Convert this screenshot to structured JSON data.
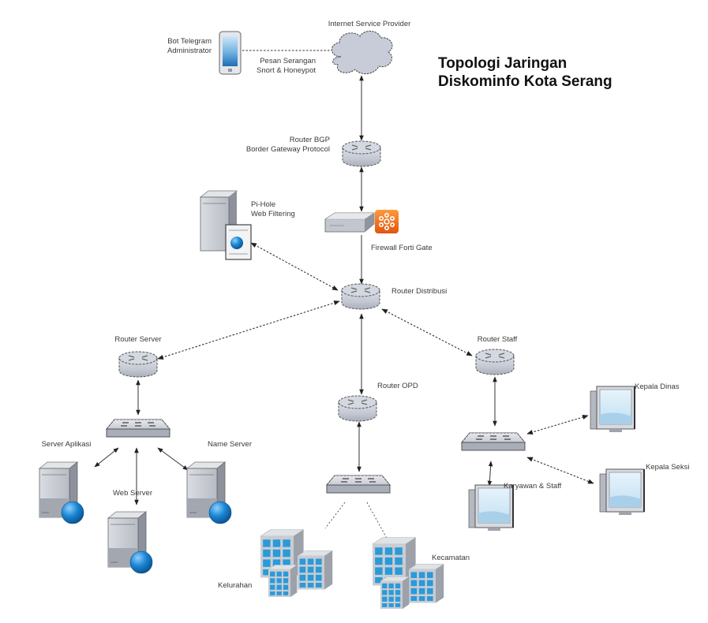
{
  "title": {
    "line1": "Topologi Jaringan",
    "line2": "Diskominfo Kota Serang"
  },
  "nodes": {
    "isp": {
      "label": "Internet Service Provider",
      "icon": "cloud-icon"
    },
    "telegram": {
      "label_line1": "Bot Telegram",
      "label_line2": "Administrator",
      "icon": "tablet-icon"
    },
    "alert_link": {
      "label_line1": "Pesan Serangan",
      "label_line2": "Snort & Honeypot"
    },
    "router_bgp": {
      "label_line1": "Router BGP",
      "label_line2": "Border Gateway Protocol",
      "icon": "router-icon"
    },
    "firewall": {
      "label": "Firewall Forti Gate",
      "icon": "firewall-appliance-icon",
      "badge_color": "#f07a1a"
    },
    "pihole": {
      "label_line1": "Pi-Hole",
      "label_line2": "Web Filtering",
      "icon": "web-server-icon"
    },
    "router_distribusi": {
      "label": "Router Distribusi",
      "icon": "router-icon"
    },
    "router_server": {
      "label": "Router Server",
      "icon": "router-icon"
    },
    "router_opd": {
      "label": "Router OPD",
      "icon": "router-icon"
    },
    "router_staff": {
      "label": "Router Staff",
      "icon": "router-icon"
    },
    "server_aplikasi": {
      "label": "Server Aplikasi",
      "icon": "server-icon"
    },
    "web_server": {
      "label": "Web Server",
      "icon": "server-icon"
    },
    "name_server": {
      "label": "Name Server",
      "icon": "server-icon"
    },
    "kelurahan": {
      "label": "Kelurahan",
      "icon": "building-icon"
    },
    "kecamatan": {
      "label": "Kecamatan",
      "icon": "building-icon"
    },
    "kepala_dinas": {
      "label": "Kepala Dinas",
      "icon": "workstation-icon"
    },
    "kepala_seksi": {
      "label": "Kepala Seksi",
      "icon": "workstation-icon"
    },
    "karyawan": {
      "label": "Karyawan & Staff",
      "icon": "workstation-icon"
    }
  },
  "colors": {
    "device_fill": "#c9cdd6",
    "globe": "#1a86d4",
    "window": "#2a9ad8",
    "screen": "#cde6f5"
  }
}
